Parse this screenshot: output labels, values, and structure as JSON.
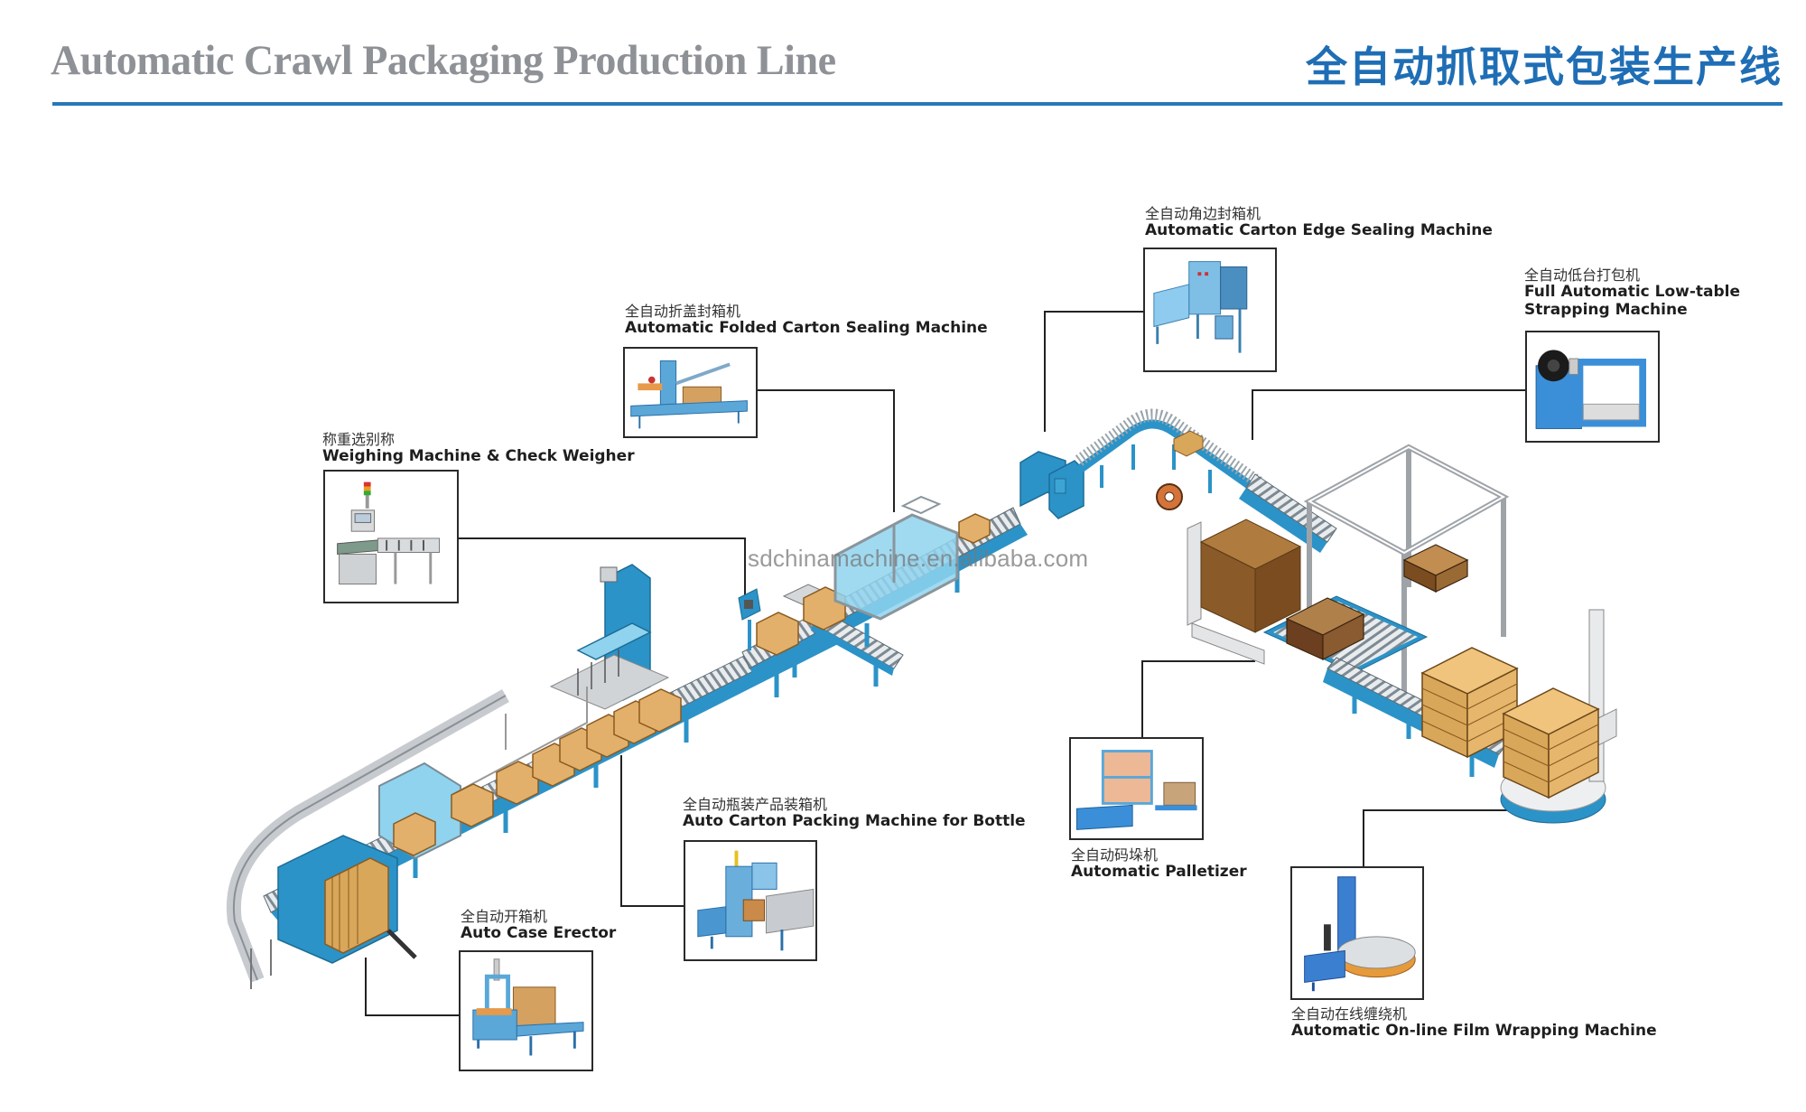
{
  "header": {
    "title_en": "Automatic Crawl Packaging Production Line",
    "title_zh": "全自动抓取式包装生产线",
    "accent_color": "#1f6eb5",
    "rule_color": "#2878b8"
  },
  "watermark": "sdchinamachine.en.alibaba.com",
  "machines": [
    {
      "id": "edge-sealer",
      "label_zh": "全自动角边封箱机",
      "label_en": "Automatic Carton Edge Sealing Machine"
    },
    {
      "id": "strapping",
      "label_zh": "全自动低台打包机",
      "label_en_line1": "Full Automatic Low-table",
      "label_en_line2": "Strapping Machine"
    },
    {
      "id": "folded-sealer",
      "label_zh": "全自动折盖封箱机",
      "label_en": "Automatic Folded Carton Sealing Machine"
    },
    {
      "id": "check-weigher",
      "label_zh": "称重选别称",
      "label_en": "Weighing Machine & Check Weigher"
    },
    {
      "id": "bottle-packer",
      "label_zh": "全自动瓶装产品装箱机",
      "label_en": "Auto Carton Packing Machine for Bottle"
    },
    {
      "id": "case-erector",
      "label_zh": "全自动开箱机",
      "label_en": "Auto Case Erector"
    },
    {
      "id": "palletizer",
      "label_zh": "全自动码垛机",
      "label_en": "Automatic Palletizer"
    },
    {
      "id": "film-wrapper",
      "label_zh": "全自动在线缠绕机",
      "label_en": "Automatic On-line Film Wrapping Machine"
    }
  ],
  "colors": {
    "machine_blue": "#2b93c8",
    "light_blue": "#8fd3ef",
    "carton": "#d9a75a",
    "carton_dark": "#a8763a",
    "frame_grey": "#d8dadc",
    "connector": "#222222"
  }
}
